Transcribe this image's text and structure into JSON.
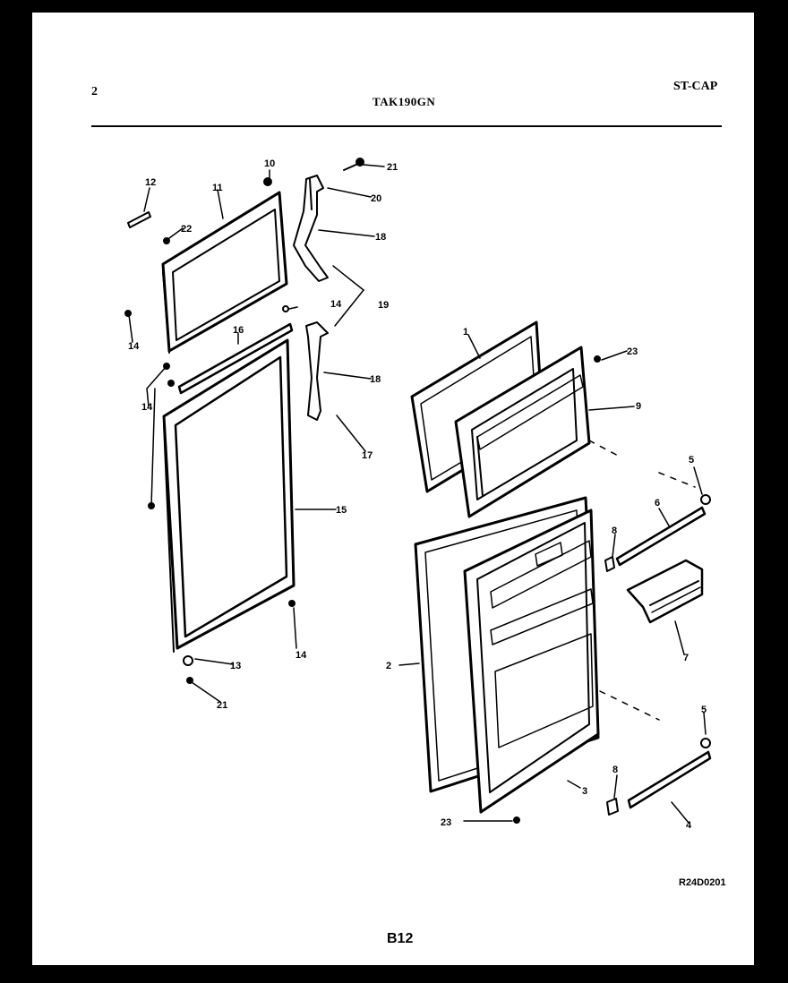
{
  "header": {
    "page_number": "2",
    "model": "TAK190GN",
    "code": "ST-CAP"
  },
  "footer": {
    "reference": "R24D0201",
    "page_id": "B12"
  },
  "callouts": {
    "c12": "12",
    "c11": "11",
    "c10": "10",
    "c22": "22",
    "c14a": "14",
    "c14b": "14",
    "c14c": "14",
    "c14d": "14",
    "c16": "16",
    "c15": "15",
    "c13": "13",
    "c21a": "21",
    "c21b": "21",
    "c20": "20",
    "c18a": "18",
    "c18b": "18",
    "c19": "19",
    "c17": "17",
    "c1": "1",
    "c23a": "23",
    "c9": "9",
    "c5a": "5",
    "c6": "6",
    "c8a": "8",
    "c7": "7",
    "c2": "2",
    "c3": "3",
    "c5b": "5",
    "c8b": "8",
    "c4": "4",
    "c23b": "23"
  }
}
